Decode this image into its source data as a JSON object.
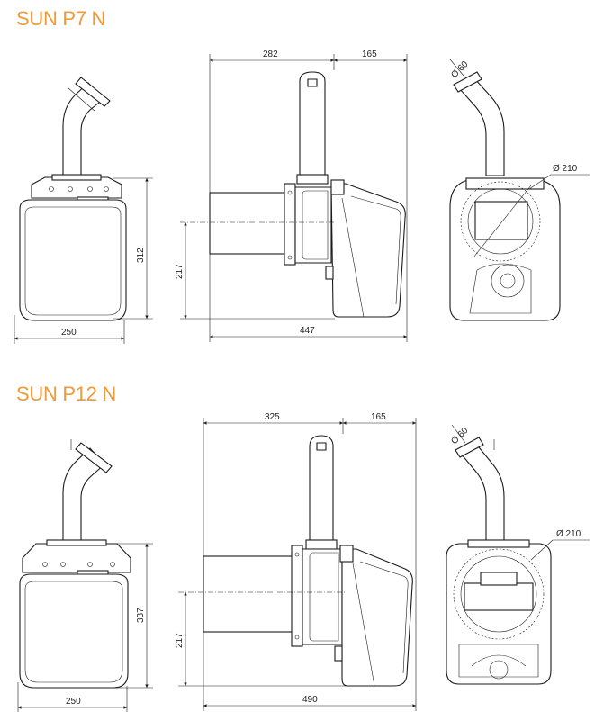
{
  "models": [
    {
      "name": "SUN P7 N",
      "dims": {
        "front_width": "250",
        "front_height": "312",
        "side_length_a": "282",
        "side_length_b": "165",
        "side_total": "447",
        "axis_height": "217",
        "pipe_diameter": "Ø 60",
        "flange_diameter": "Ø 210"
      }
    },
    {
      "name": "SUN P12 N",
      "dims": {
        "front_width": "250",
        "front_height": "337",
        "side_length_a": "325",
        "side_length_b": "165",
        "side_total": "490",
        "axis_height": "217",
        "pipe_diameter": "Ø 60",
        "flange_diameter": "Ø 210"
      }
    }
  ],
  "colors": {
    "title": "#ee9a3a",
    "line": "#1a1a1a"
  }
}
